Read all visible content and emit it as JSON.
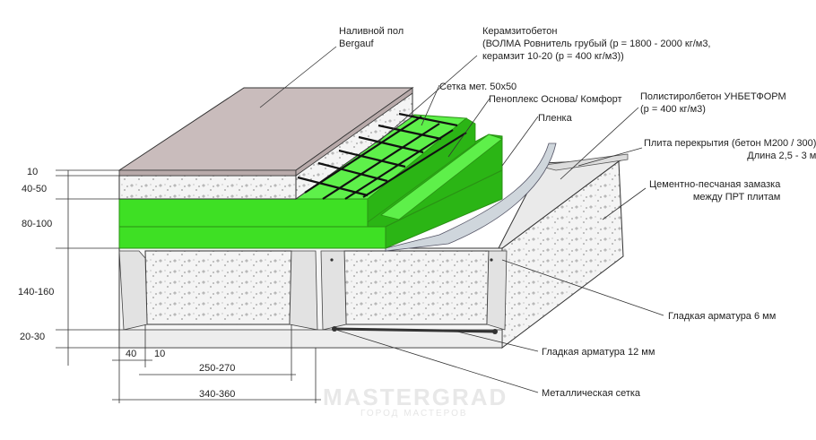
{
  "labels": {
    "self_level_floor": [
      "Наливной пол",
      "Bergauf"
    ],
    "expanded_clay_concrete": [
      "Керамзитобетон",
      "(ВОЛМА Ровнитель грубый (р = 1800 - 2000 кг/м3,",
      "керамзит 10-20 (р = 400 кг/м3))"
    ],
    "metal_mesh_50": "Сетка мет. 50x50",
    "penoplex": "Пеноплекс Основа/ Комфорт",
    "film": "Пленка",
    "polystyrene_concrete": [
      "Полистиролбетон УНБЕТФОРМ",
      "(р = 400 кг/м3)"
    ],
    "slab": [
      "Плита перекрытия (бетон М200 / 300)",
      "Длина 2,5 - 3 м"
    ],
    "sand_cement_seal": [
      "Цементно-песчаная замазка",
      "между ПРТ плитам"
    ],
    "rebar_6": "Гладкая арматура 6 мм",
    "rebar_12": "Гладкая арматура 12 мм",
    "metal_mesh": "Металлическая сетка"
  },
  "dimensions": {
    "d10": "10",
    "d40_50": "40-50",
    "d80_100": "80-100",
    "d140_160": "140-160",
    "d20_30": "20-30",
    "d40": "40",
    "d10b": "10",
    "d250_270": "250-270",
    "d340_360": "340-360"
  },
  "watermark": {
    "brand": "MASTERGRAD",
    "tagline": "ГОРОД МАСТЕРОВ"
  },
  "colors": {
    "foam_green": "#3ee024",
    "foam_green_dark": "#2bb515",
    "screed_top": "#c9bcbc",
    "concrete": "#f3f3f3",
    "slab_face": "#e3e3e3",
    "line": "#333333"
  }
}
